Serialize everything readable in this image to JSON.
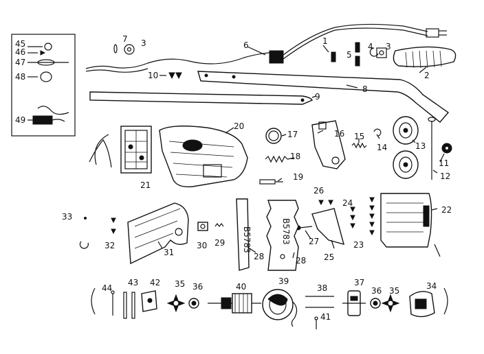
{
  "labels": {
    "p1": "1",
    "p2": "2",
    "p3a": "3",
    "p3b": "3",
    "p4": "4",
    "p5": "5",
    "p6": "6",
    "p7": "7",
    "p8": "8",
    "p9": "9",
    "p10": "10",
    "p11": "11",
    "p12": "12",
    "p13": "13",
    "p14": "14",
    "p15": "15",
    "p16": "16",
    "p17": "17",
    "p18": "18",
    "p19": "19",
    "p20": "20",
    "p21": "21",
    "p22": "22",
    "p23": "23",
    "p24": "24",
    "p25": "25",
    "p26": "26",
    "p27": "27",
    "p28a": "28",
    "p28b": "28",
    "p29": "29",
    "p30": "30",
    "p31": "31",
    "p32": "32",
    "p33": "33",
    "p34": "34",
    "p35a": "35",
    "p35b": "35",
    "p36a": "36",
    "p36b": "36",
    "p37": "37",
    "p38": "38",
    "p39": "39",
    "p40": "40",
    "p41": "41",
    "p42": "42",
    "p43": "43",
    "p44": "44",
    "p45": "45",
    "p46": "46",
    "p47": "47",
    "p48": "48",
    "p49": "49"
  },
  "blade_text": [
    "B5783",
    "B5783"
  ]
}
